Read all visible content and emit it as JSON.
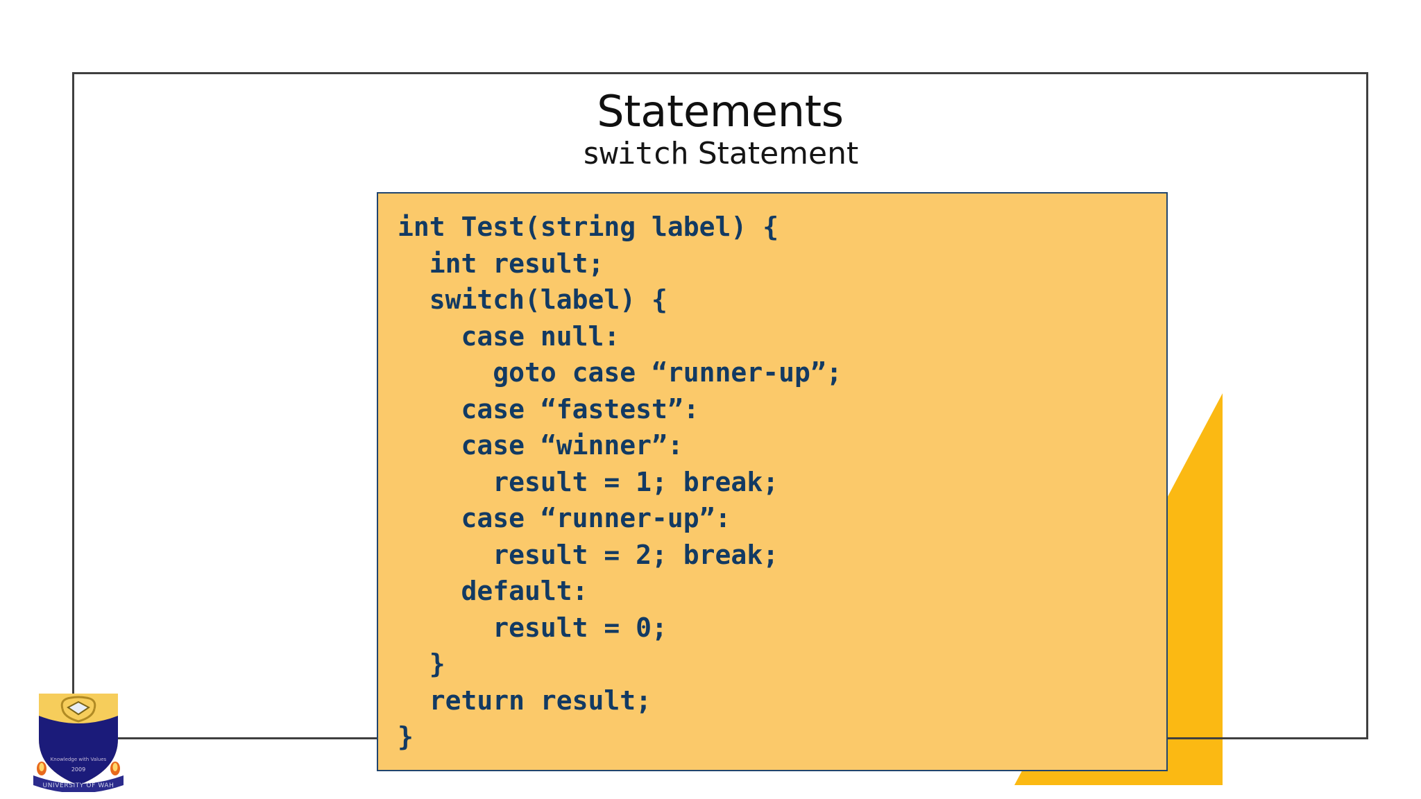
{
  "slide": {
    "title": "Statements",
    "subtitle_keyword": "switch",
    "subtitle_rest": " Statement"
  },
  "code_block": {
    "language": "csharp",
    "background_color": "#fbc96a",
    "border_color": "#21456e",
    "text_color": "#123a63",
    "lines": [
      "int Test(string label) {",
      "  int result;",
      "  switch(label) {",
      "    case null:",
      "      goto case “runner-up”;",
      "    case “fastest”:",
      "    case “winner”:",
      "      result = 1; break;",
      "    case “runner-up”:",
      "      result = 2; break;",
      "    default:",
      "      result = 0;",
      "  }",
      "  return result;",
      "}"
    ]
  },
  "logo": {
    "name": "university-of-wah-logo",
    "banner_text": "UNIVERSITY OF WAH",
    "crest_year": "2009",
    "shield_top_color": "#f6cd5b",
    "shield_body_color": "#1b1b7a",
    "banner_color": "#2b2b8c"
  },
  "decoration": {
    "triangle_color": "#fbb913",
    "frame_color": "#3f3f3f"
  }
}
